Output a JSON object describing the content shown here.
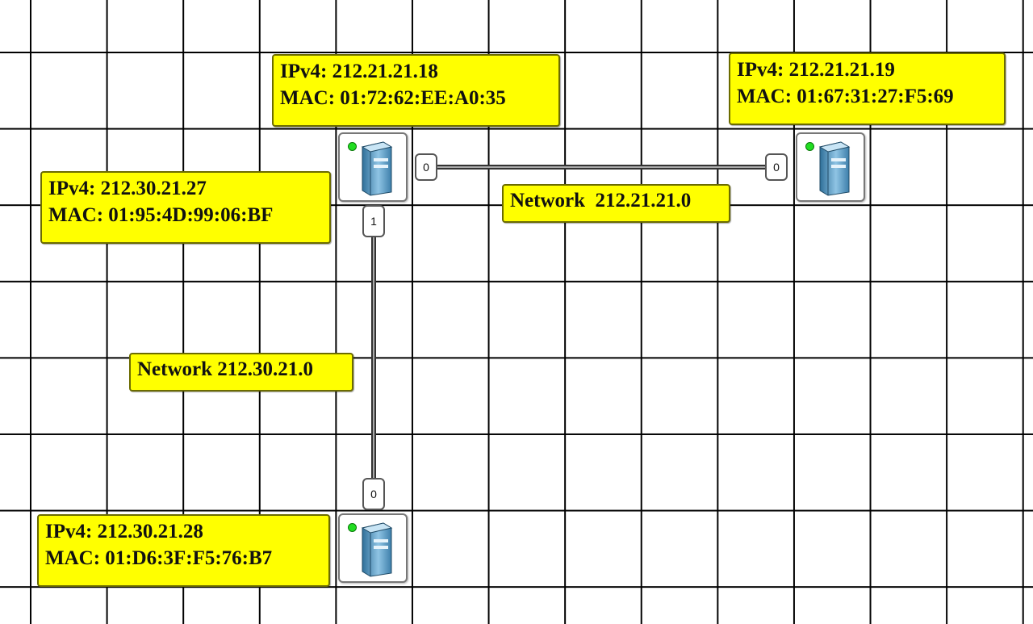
{
  "hosts": [
    {
      "id": "host-1",
      "ipv4": "IPv4: 212.21.21.18",
      "mac": "MAC: 01:72:62:EE:A0:35",
      "status": "online",
      "ports": {
        "right": "0",
        "bottom": "1"
      }
    },
    {
      "id": "host-2",
      "ipv4": "IPv4: 212.21.21.19",
      "mac": "MAC: 01:67:31:27:F5:69",
      "status": "online",
      "ports": {
        "left": "0"
      }
    },
    {
      "id": "host-3",
      "ipv4": "IPv4: 212.30.21.28",
      "mac": "MAC: 01:D6:3F:F5:76:B7",
      "status": "online",
      "ports": {
        "top": "0"
      }
    }
  ],
  "interface_label": {
    "ipv4": "IPv4: 212.30.21.27",
    "mac": "MAC: 01:95:4D:99:06:BF"
  },
  "networks": [
    {
      "label": "Network  212.21.21.0"
    },
    {
      "label": "Network 212.30.21.0"
    }
  ],
  "colors": {
    "label_background": "#ffff00",
    "status_online": "#22dd22",
    "grid": "#000000"
  },
  "icons": [
    "server-tower-icon",
    "status-led-icon"
  ]
}
